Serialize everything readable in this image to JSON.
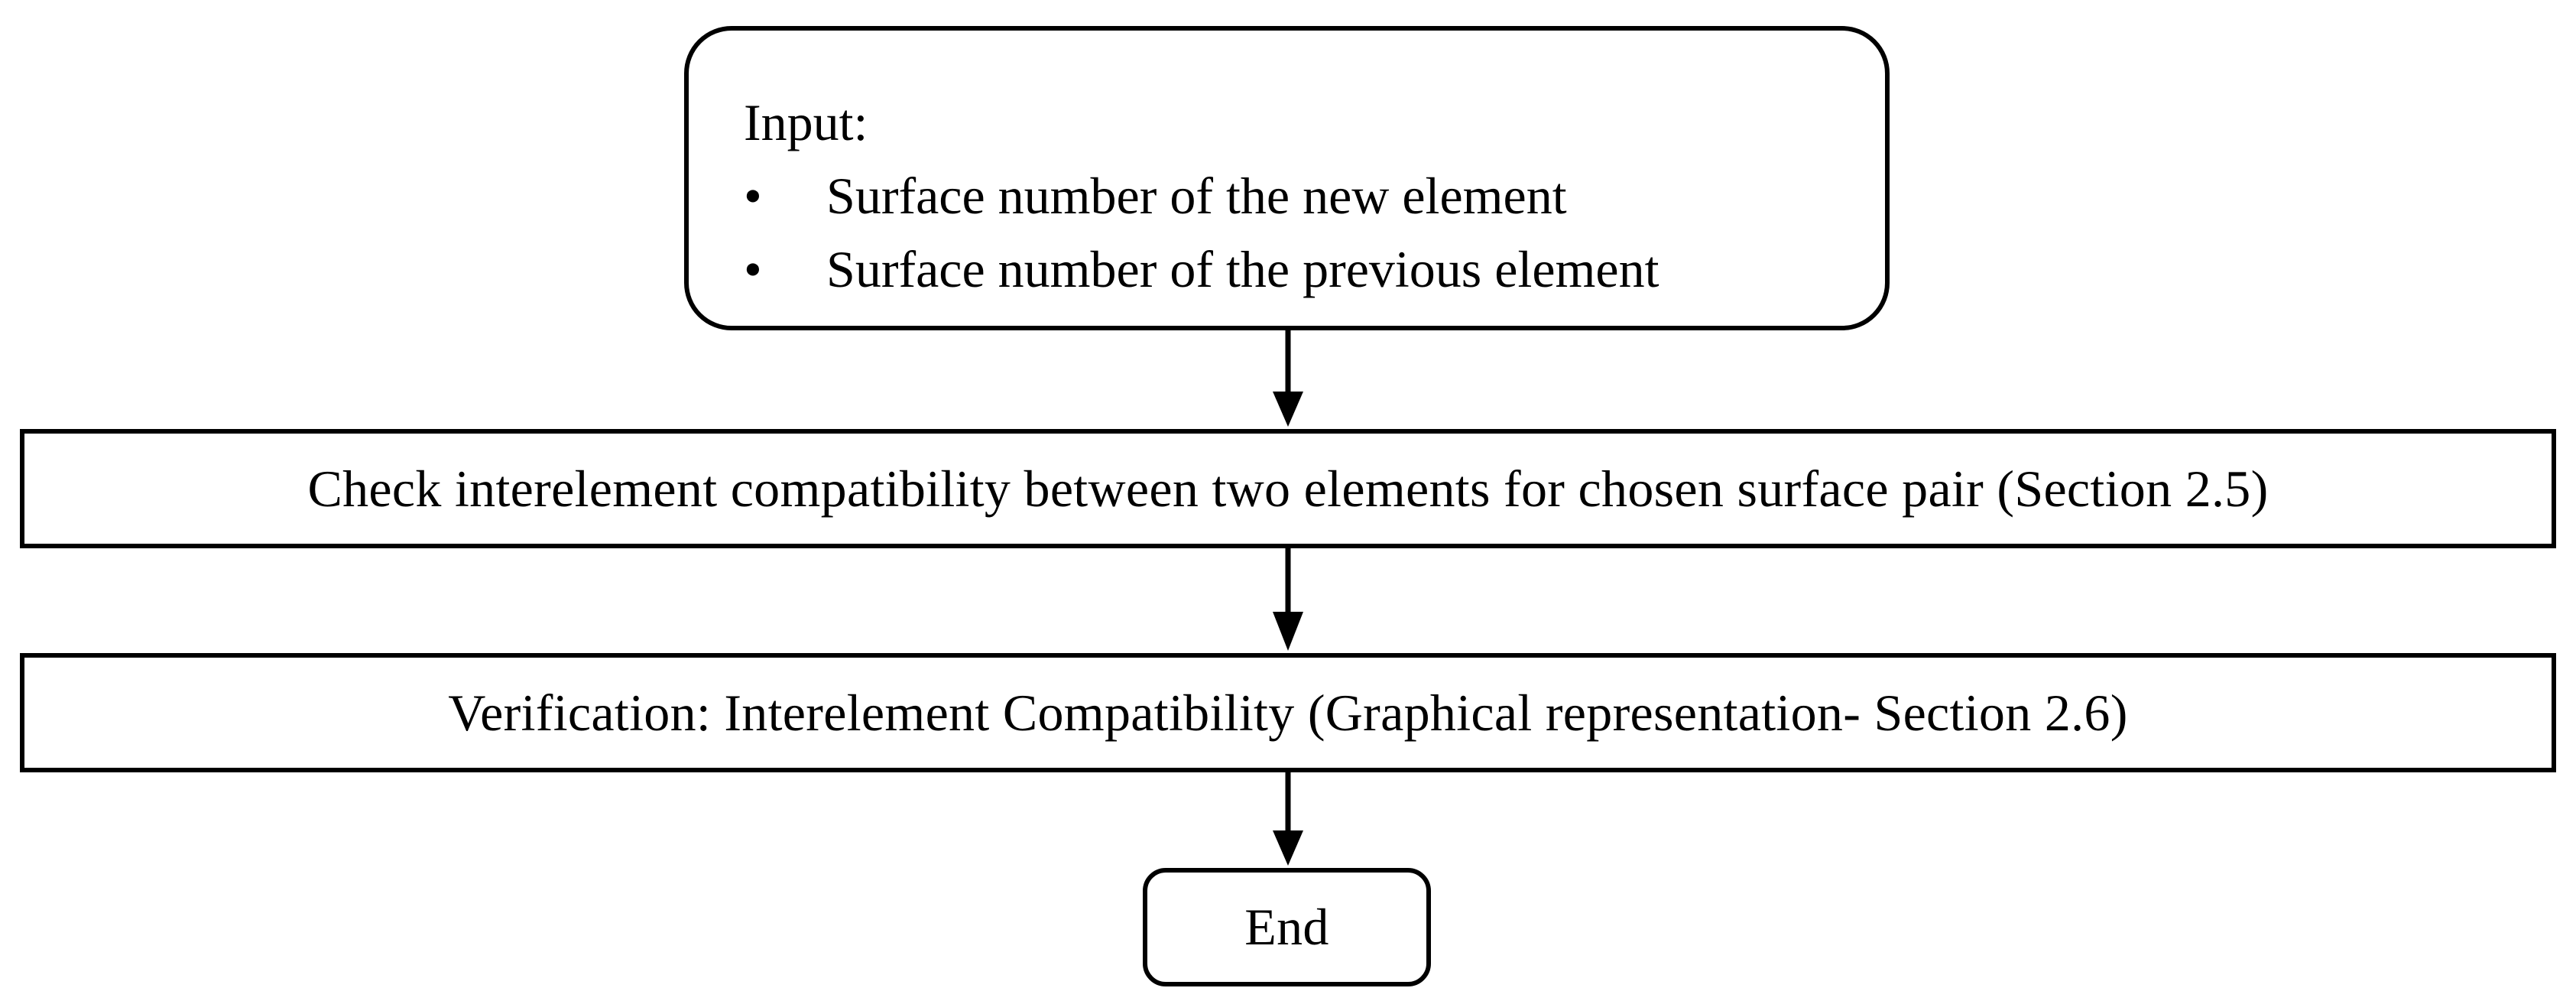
{
  "diagram": {
    "input_box": {
      "heading": "Input:",
      "items": [
        {
          "bullet": "•",
          "text": "Surface number of the new element"
        },
        {
          "bullet": "•",
          "text": "Surface number of the previous element"
        }
      ]
    },
    "check_step": "Check interelement compatibility between two elements for chosen surface pair (Section 2.5)",
    "verification_step": "Verification: Interelement Compatibility (Graphical representation- Section 2.6)",
    "end_label": "End"
  },
  "colors": {
    "stroke": "#000000",
    "background": "#ffffff"
  }
}
